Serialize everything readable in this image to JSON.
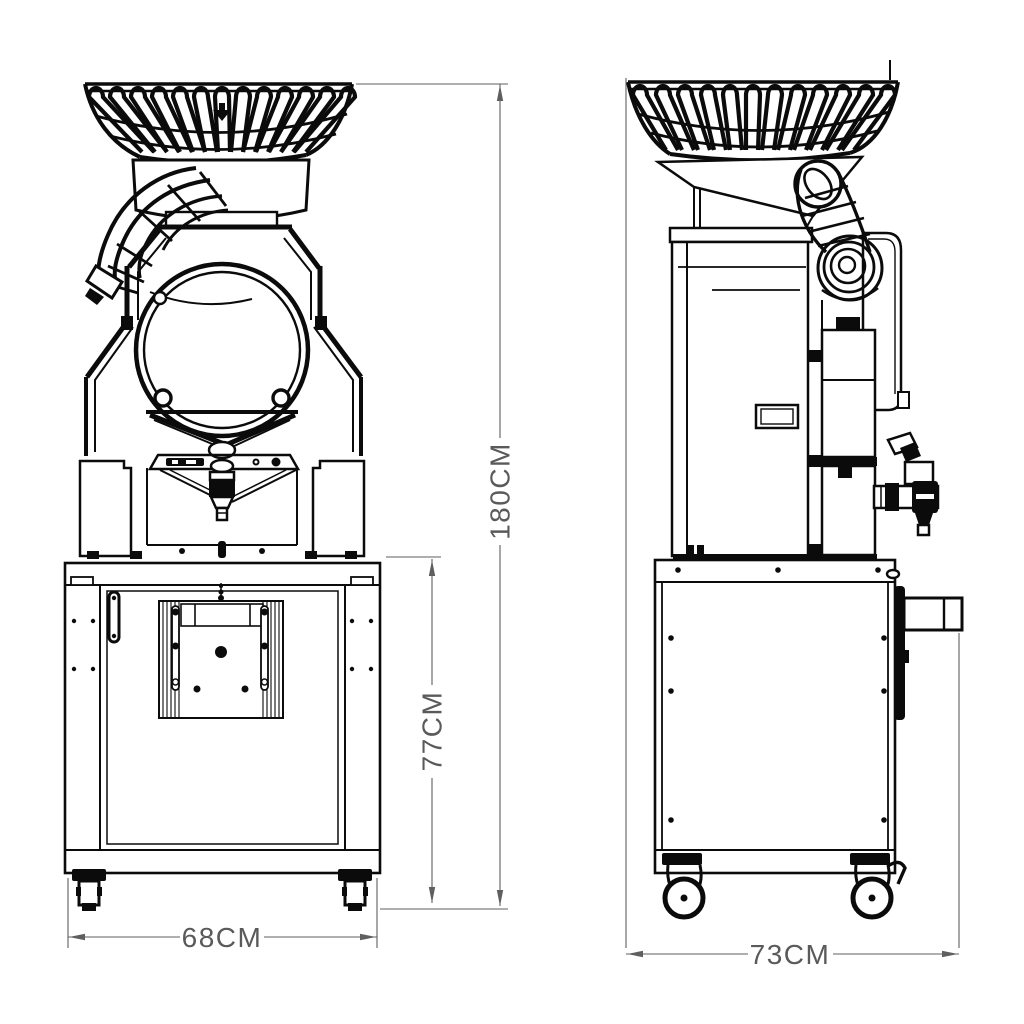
{
  "drawing": {
    "background_color": "#ffffff",
    "line_color": "#0b0b0b",
    "dimension_color": "#5f5f5f",
    "dimensions": {
      "overall_height": "180CM",
      "cabinet_height": "77CM",
      "front_width": "68CM",
      "side_depth": "73CM"
    }
  }
}
